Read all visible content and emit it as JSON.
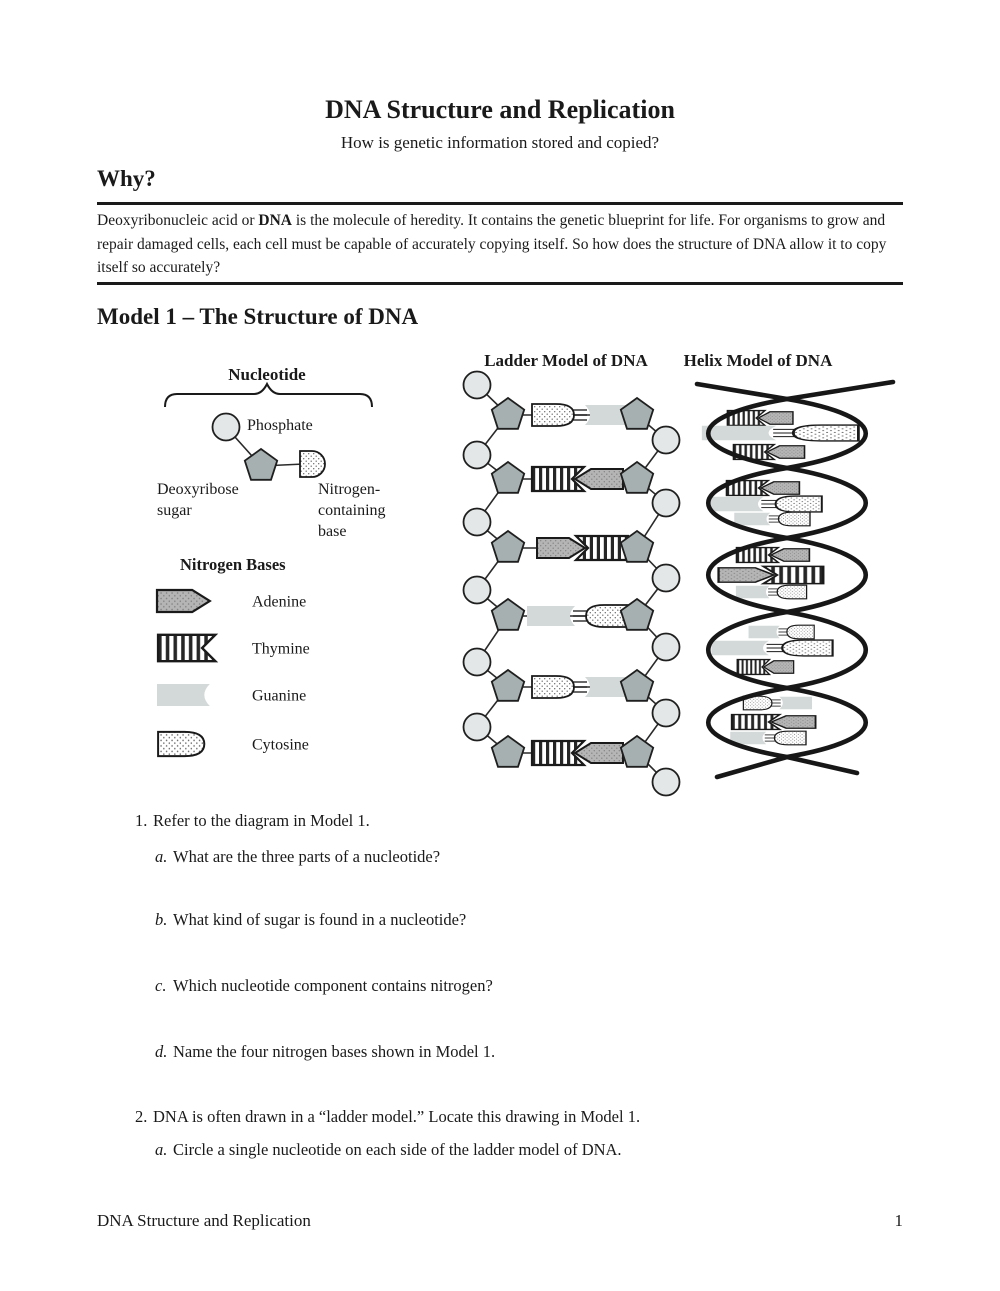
{
  "header": {
    "title": "DNA Structure and Replication",
    "subtitle": "How is genetic information stored and copied?"
  },
  "why": {
    "heading": "Why?",
    "text_before": "Deoxyribonucleic acid or ",
    "text_bold": "DNA",
    "text_after": " is the molecule of heredity. It contains the genetic blueprint for life. For organisms to grow and repair damaged cells, each cell must be capable of accurately copying itself. So how does the structure of DNA allow it to copy itself so accurately?"
  },
  "model1": {
    "heading": "Model 1 – The Structure of DNA",
    "nucleotide": {
      "label": "Nucleotide",
      "phosphate": "Phosphate",
      "sugar_line1": "Deoxyribose",
      "sugar_line2": "sugar",
      "base_line1": "Nitrogen-",
      "base_line2": "containing",
      "base_line3": "base"
    },
    "legend": {
      "heading": "Nitrogen Bases",
      "items": [
        {
          "name": "Adenine",
          "base": "adenine"
        },
        {
          "name": "Thymine",
          "base": "thymine"
        },
        {
          "name": "Guanine",
          "base": "guanine"
        },
        {
          "name": "Cytosine",
          "base": "cytosine"
        }
      ]
    },
    "ladder": {
      "title": "Ladder Model of DNA",
      "rungs": [
        [
          "cytosine",
          "guanine"
        ],
        [
          "thymine",
          "adenine"
        ],
        [
          "adenine",
          "thymine"
        ],
        [
          "guanine",
          "cytosine"
        ],
        [
          "cytosine",
          "guanine"
        ],
        [
          "thymine",
          "adenine"
        ]
      ]
    },
    "helix": {
      "title": "Helix Model of DNA",
      "eyes": [
        [
          [
            "thymine",
            "adenine"
          ],
          [
            "guanine",
            "cytosine"
          ],
          [
            "thymine",
            "adenine"
          ]
        ],
        [
          [
            "thymine",
            "adenine"
          ],
          [
            "guanine",
            "cytosine"
          ],
          [
            "guanine",
            "cytosine"
          ]
        ],
        [
          [
            "thymine",
            "adenine"
          ],
          [
            "adenine",
            "thymine"
          ],
          [
            "guanine",
            "cytosine"
          ]
        ],
        [
          [
            "guanine",
            "cytosine"
          ],
          [
            "guanine",
            "cytosine"
          ],
          [
            "thymine",
            "adenine"
          ]
        ],
        [
          [
            "cytosine",
            "guanine"
          ],
          [
            "thymine",
            "adenine"
          ],
          [
            "guanine",
            "cytosine"
          ]
        ]
      ]
    }
  },
  "questions": [
    {
      "number": "1.",
      "text": "Refer to the diagram in Model 1.",
      "parts": [
        {
          "letter": "a.",
          "text": "What are the three parts of a nucleotide?"
        },
        {
          "letter": "b.",
          "text": "What kind of sugar is found in a nucleotide?"
        },
        {
          "letter": "c.",
          "text": "Which nucleotide component contains nitrogen?"
        },
        {
          "letter": "d.",
          "text": "Name the four nitrogen bases shown in Model 1."
        }
      ]
    },
    {
      "number": "2.",
      "text": "DNA is often drawn in a “ladder model.” Locate this drawing in Model 1.",
      "parts": [
        {
          "letter": "a.",
          "text": "Circle a single nucleotide on each side of the ladder model of DNA."
        }
      ]
    }
  ],
  "footer": {
    "left": "DNA Structure and Replication",
    "page": "1"
  },
  "colors": {
    "ink": "#1a1a1a",
    "phosphate_fill": "#e4e7e7",
    "sugar_fill": "#a6b0b0",
    "guanine_fill": "#d3d9d9",
    "adenine_fill": "#b5b5b5"
  }
}
